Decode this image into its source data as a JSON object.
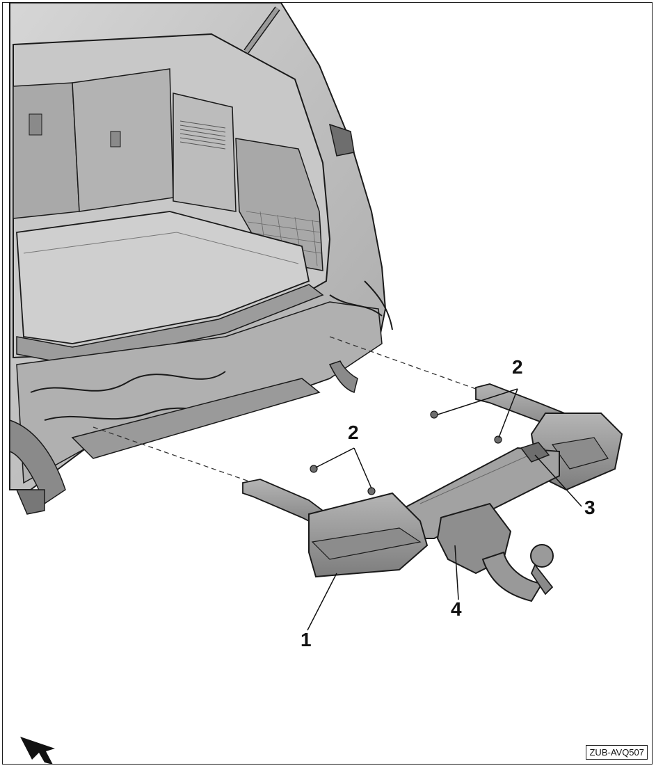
{
  "diagram": {
    "callouts": [
      {
        "id": "c1",
        "label": "1"
      },
      {
        "id": "c2a",
        "label": "2"
      },
      {
        "id": "c2b",
        "label": "2"
      },
      {
        "id": "c3",
        "label": "3"
      },
      {
        "id": "c4",
        "label": "4"
      }
    ],
    "figure_id": "ZUB-AVQ507",
    "icons": {
      "orientation": "arrow-icon"
    },
    "colors": {
      "line": "#1a1a1a",
      "body": "#bdbdbd",
      "body_dark": "#8a8a8a",
      "part": "#9e9e9e",
      "floor": "#cfcfcf"
    }
  }
}
